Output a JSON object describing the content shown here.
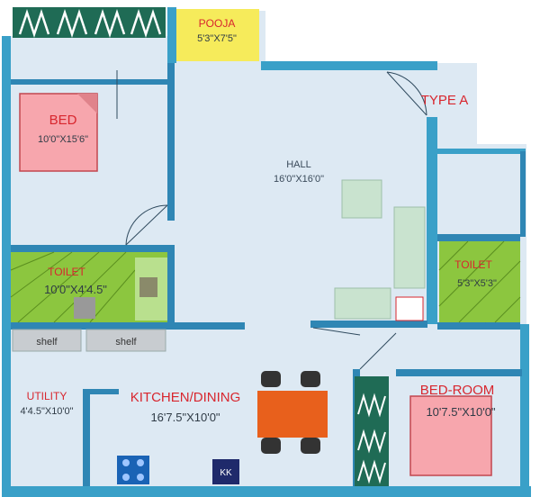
{
  "plan_type": "TYPE A",
  "rooms": {
    "pooja": {
      "name": "POOJA",
      "size": "5'3\"X7'5\""
    },
    "bed": {
      "name": "BED",
      "size": "10'0\"X15'6\""
    },
    "hall": {
      "name": "HALL",
      "size": "16'0\"X16'0\""
    },
    "toilet_left": {
      "name": "TOILET",
      "size": "10'0\"X4'4.5\""
    },
    "toilet_right": {
      "name": "TOILET",
      "size": "5'3\"X5'3\""
    },
    "utility": {
      "name": "UTILITY",
      "size": "4'4.5\"X10'0\""
    },
    "kitchen": {
      "name": "KITCHEN/DINING",
      "size": "16'7.5\"X10'0\""
    },
    "bedroom": {
      "name": "BED-ROOM",
      "size": "10'7.5\"X10'0\""
    }
  },
  "shelves": [
    "shelf",
    "shelf"
  ],
  "colors": {
    "floor": "#dde9f3",
    "wall": "#3aa0c8",
    "wall_dark": "#1f7aa8",
    "bed": "#f7a6ad",
    "toilet": "#8cc63f",
    "pooja": "#f6eb5b",
    "furniture": "#c9e3cf",
    "table": "#e8601c",
    "stair_green": "#1f6b55",
    "shelf": "#c8ccd0"
  }
}
